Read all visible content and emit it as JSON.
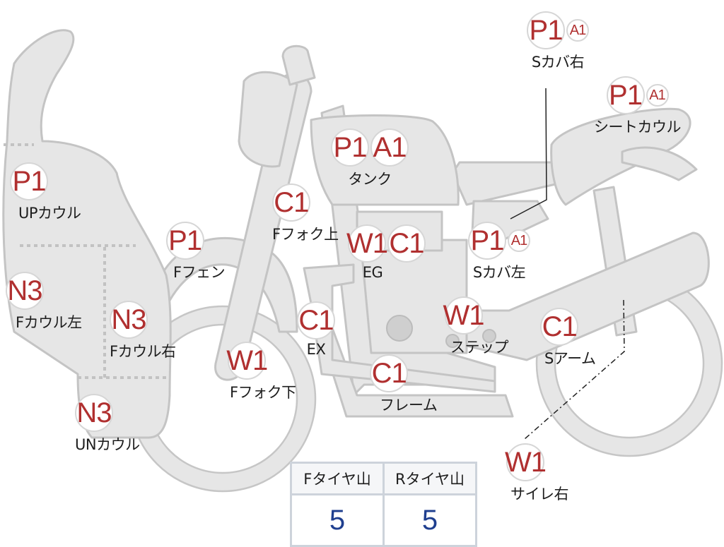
{
  "callouts": [
    {
      "name": "s-cover-right",
      "codes": [
        "P1",
        "A1"
      ],
      "label": "Sカバ右"
    },
    {
      "name": "seat-cowl",
      "codes": [
        "P1",
        "A1"
      ],
      "label": "シートカウル"
    },
    {
      "name": "up-cowl",
      "codes": [
        "P1"
      ],
      "label": "UPカウル"
    },
    {
      "name": "tank",
      "codes": [
        "P1",
        "A1"
      ],
      "label": "タンク"
    },
    {
      "name": "f-fork-upper",
      "codes": [
        "C1"
      ],
      "label": "Fフォク上"
    },
    {
      "name": "f-fender",
      "codes": [
        "P1"
      ],
      "label": "Fフェン"
    },
    {
      "name": "engine",
      "codes": [
        "W1",
        "C1"
      ],
      "label": "EG"
    },
    {
      "name": "s-cover-left",
      "codes": [
        "P1",
        "A1"
      ],
      "label": "Sカバ左"
    },
    {
      "name": "f-cowl-left",
      "codes": [
        "N3"
      ],
      "label": "Fカウル左"
    },
    {
      "name": "f-cowl-right",
      "codes": [
        "N3"
      ],
      "label": "Fカウル右"
    },
    {
      "name": "exhaust",
      "codes": [
        "C1"
      ],
      "label": "EX"
    },
    {
      "name": "step",
      "codes": [
        "W1"
      ],
      "label": "ステップ"
    },
    {
      "name": "swing-arm",
      "codes": [
        "C1"
      ],
      "label": "Sアーム"
    },
    {
      "name": "f-fork-lower",
      "codes": [
        "W1"
      ],
      "label": "Fフォク下"
    },
    {
      "name": "frame",
      "codes": [
        "C1"
      ],
      "label": "フレーム"
    },
    {
      "name": "under-cowl",
      "codes": [
        "N3"
      ],
      "label": "UNカウル"
    },
    {
      "name": "silencer-right",
      "codes": [
        "W1"
      ],
      "label": "サイレ右"
    }
  ],
  "tire_table": {
    "headers": [
      "Fタイヤ山",
      "Rタイヤ山"
    ],
    "values": [
      "5",
      "5"
    ]
  },
  "colors": {
    "code": "#b03030",
    "tread_value": "#1f3f8f",
    "part_fill": "#e6e6e6"
  }
}
